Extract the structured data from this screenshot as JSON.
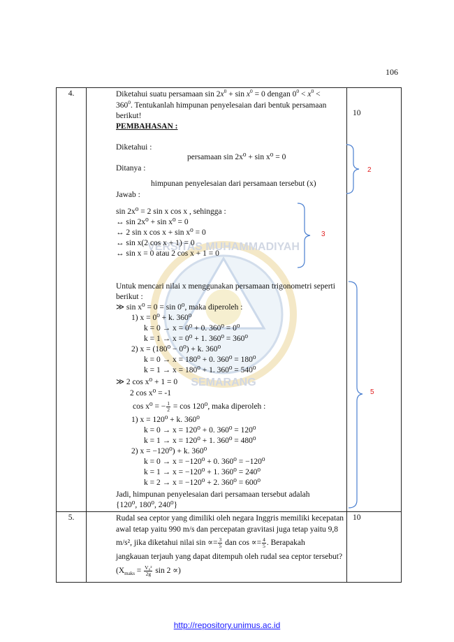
{
  "page_number": "106",
  "footer_link": "http://repository.unimus.ac.id",
  "watermark": {
    "top_text": "VERSITAS MUHAMMADIYAH",
    "bottom_text": "SEMARANG"
  },
  "questions": [
    {
      "number": "4.",
      "score": "10",
      "intro_part1": "Diketahui suatu persamaan sin 2",
      "intro_part2": " + sin ",
      "intro_part3": " = 0 dengan 0",
      "intro_part4": " < ",
      "intro_part5": " <",
      "intro_line2_a": "360",
      "intro_line2_b": ". Tentukanlah himpunan penyelesaian dari bentuk persamaan",
      "intro_line3": "berikut!",
      "heading": "PEMBAHASAN :",
      "diketahui_label": "Diketahui :",
      "diketahui_value": "persamaan sin 2x⁰ + sin x⁰ = 0",
      "ditanya_label": "Ditanya    :",
      "ditanya_value": "himpunan penyelesaian dari persamaan tersebut (x)",
      "jawab_label": "Jawab       :",
      "steps": [
        "sin 2x⁰ = 2 sin x cos x , sehingga :",
        "↔ sin 2x⁰ + sin x⁰ = 0",
        "↔ 2 sin x cos x + sin x⁰ = 0",
        "↔ sin x(2 cos x + 1) = 0",
        "↔ sin x = 0 atau 2 cos x + 1 = 0"
      ],
      "mencari_line1": "Untuk mencari nilai x menggunakan persamaan trigonometri seperti",
      "mencari_line2": "berikut :",
      "case1_intro": "≫ sin x⁰ = 0 = sin 0⁰, maka diperoleh :",
      "case1_lines": [
        "1)   x =  0⁰ + k. 360⁰",
        "k = 0  →  x =  0⁰ + 0. 360⁰ = 0⁰",
        "k = 1  →  x =  0⁰ + 1. 360⁰ = 360⁰",
        "2)   x = (180⁰ − 0⁰) + k. 360⁰",
        "k = 0  →  x =  180⁰ + 0. 360⁰ = 180⁰",
        "k = 1  →  x =  180⁰ + 1. 360⁰ = 540⁰"
      ],
      "case2_intro": "≫  2 cos x⁰ + 1 = 0",
      "case2_line1": "2 cos x⁰       = -1",
      "case2_line2_a": "cos x⁰         = −",
      "case2_line2_num": "1",
      "case2_line2_den": "2",
      "case2_line2_b": " = cos 120⁰, maka diperoleh :",
      "case2_lines": [
        "1)   x =  120⁰ + k. 360⁰",
        "k = 0  →  x =  120⁰ + 0. 360⁰ = 120⁰",
        "k = 1  →  x =  120⁰ + 1. 360⁰ = 480⁰",
        "2)   x = −120⁰) + k. 360⁰",
        "k = 0  →  x =  −120⁰ + 0. 360⁰ = −120⁰",
        "k = 1  →  x =  −120⁰ + 1. 360⁰ = 240⁰",
        "k = 2  →  x =  −120⁰ + 2. 360⁰ = 600⁰"
      ],
      "conclusion_line1": "Jadi,   himpunan   penyelesaian   dari   persamaan   tersebut   adalah",
      "conclusion_line2": "{120⁰, 180⁰, 240⁰}",
      "marks": [
        "2",
        "3",
        "5"
      ]
    },
    {
      "number": "5.",
      "score": "10",
      "line1": "Rudal sea ceptor yang dimiliki oleh negara Inggris memiliki kecepatan",
      "line2": "awal tetap yaitu 990 m/s dan percepatan gravitasi juga tetap yaitu 9,8",
      "line3_a": "m/s², jika diketahui nilai sin ∝=",
      "line3_f1_num": "3",
      "line3_f1_den": "5",
      "line3_b": " dan cos ∝=",
      "line3_f2_num": "4",
      "line3_f2_den": "5",
      "line3_c": ". Berapakah",
      "line4": "jangkauan terjauh yang dapat ditempuh oleh rudal sea ceptor tersebut?",
      "formula_a": "(X",
      "formula_sub": "maks",
      "formula_b": " = ",
      "formula_num": "V₀²",
      "formula_den": "2g",
      "formula_c": " sin 2 ∝)"
    }
  ]
}
